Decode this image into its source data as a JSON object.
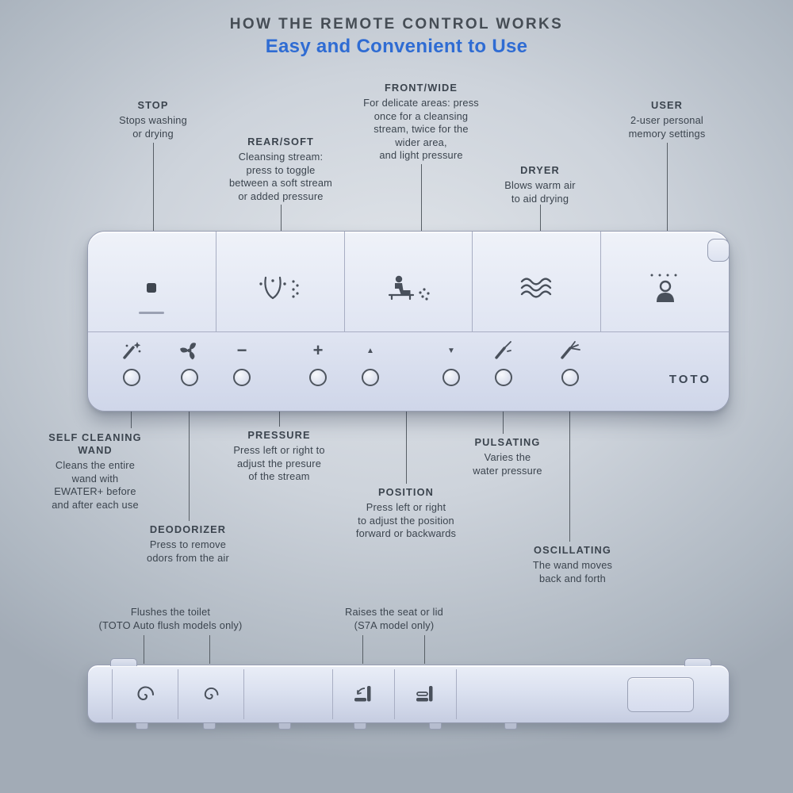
{
  "page": {
    "title": "HOW THE REMOTE CONTROL WORKS",
    "subtitle": "Easy and Convenient to Use"
  },
  "brand": "TOTO",
  "colors": {
    "accent_blue": "#2f6cd3",
    "text": "#3b444e",
    "remote_body": "#e0e5f2",
    "background": "#c3cad2"
  },
  "top_callouts": [
    {
      "id": "stop",
      "label": "STOP",
      "desc": "Stops washing\nor drying"
    },
    {
      "id": "rear_soft",
      "label": "REAR/SOFT",
      "desc": "Cleansing stream:\npress to toggle\nbetween a soft stream\nor added pressure"
    },
    {
      "id": "front_wide",
      "label": "FRONT/WIDE",
      "desc": "For delicate areas: press\nonce for a cleansing\nstream, twice for the\nwider area,\nand light pressure"
    },
    {
      "id": "dryer",
      "label": "DRYER",
      "desc": "Blows warm air\nto aid drying"
    },
    {
      "id": "user",
      "label": "USER",
      "desc": "2-user personal\nmemory settings"
    }
  ],
  "bottom_callouts": [
    {
      "id": "self_cleaning_wand",
      "label": "SELF CLEANING\nWAND",
      "desc": "Cleans the entire\nwand with\nEWATER+ before\nand after each use"
    },
    {
      "id": "deodorizer",
      "label": "DEODORIZER",
      "desc": "Press to remove\nodors from the air"
    },
    {
      "id": "pressure",
      "label": "PRESSURE",
      "desc": "Press left or right to\nadjust the presure\nof the stream"
    },
    {
      "id": "position",
      "label": "POSITION",
      "desc": "Press left or right\nto adjust the position\nforward or backwards"
    },
    {
      "id": "pulsating",
      "label": "PULSATING",
      "desc": "Varies the\nwater pressure"
    },
    {
      "id": "oscillating",
      "label": "OSCILLATING",
      "desc": "The wand moves\nback and forth"
    }
  ],
  "side_callouts": [
    {
      "id": "flush",
      "desc": "Flushes the toilet\n(TOTO Auto flush models only)"
    },
    {
      "id": "seat",
      "desc": "Raises the seat or lid\n(S7A model only)"
    }
  ],
  "icons": {
    "stop": "filled-square",
    "rear_soft": "spray-fountain",
    "front_wide": "seated-person-spray",
    "dryer": "warm-air-waves",
    "user": "person-silhouette",
    "self_cleaning_wand": "wand-sparkle",
    "deodorizer": "fan",
    "pressure_minus": "−",
    "pressure_plus": "+",
    "position_up": "▲",
    "position_down": "▼",
    "pulsating": "wand-stream",
    "oscillating": "wand-double-stream",
    "flush_full": "swirl",
    "flush_light": "swirl-small",
    "lid": "lid-raise",
    "seat": "seat-raise"
  }
}
